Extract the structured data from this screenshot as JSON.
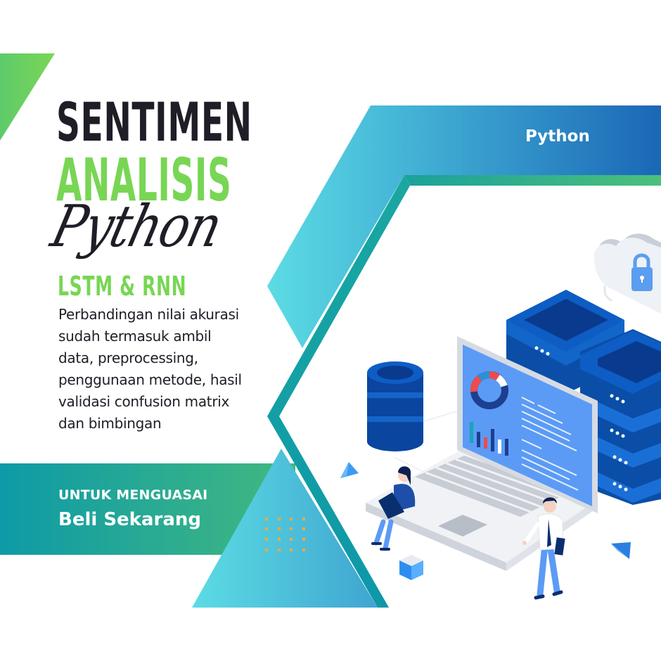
{
  "headline": {
    "line1": "SENTIMEN",
    "line2": "ANALISIS",
    "script": "Python",
    "subtitle": "LSTM & RNN"
  },
  "description": {
    "lines": [
      "Perbandingan nilai akurasi",
      "sudah termasuk ambil",
      "data, preprocessing,",
      "penggunaan metode, hasil",
      "validasi confusion matrix",
      "dan bimbingan"
    ]
  },
  "banner": {
    "subtitle": "UNTUK MENGUASAI",
    "cta": "Beli Sekarang"
  },
  "tag": {
    "label": "Python"
  },
  "illustration": {
    "icons": [
      "database-icon",
      "server-icon",
      "cloud-lock-icon",
      "laptop-dashboard-icon",
      "person-icon"
    ]
  },
  "colors": {
    "dark_text": "#1f1d26",
    "green": "#78d654",
    "cyan": "#5cdce4",
    "teal": "#0f9aa7",
    "blue": "#1a6bb8",
    "server_blue": "#0a4ea8",
    "orange_dots": "#f5a93a"
  }
}
